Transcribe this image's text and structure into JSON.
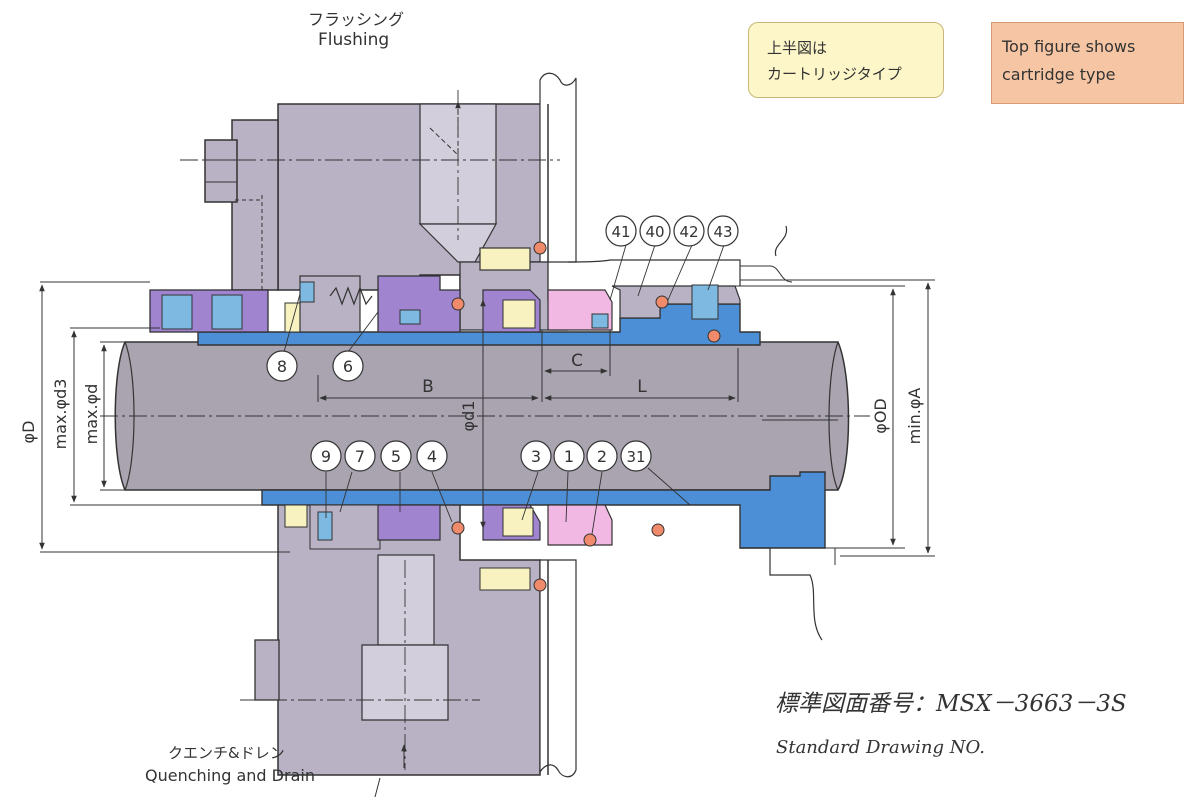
{
  "callouts": {
    "flushing_jp": "フラッシング",
    "flushing_en": "Flushing",
    "quench_jp": "クエンチ&ドレン",
    "quench_en": "Quenching and Drain"
  },
  "notes": {
    "jp_line1": "上半図は",
    "jp_line2": "カートリッジタイプ",
    "en_line1": "Top figure shows",
    "en_line2": "cartridge type"
  },
  "drawing": {
    "number_label": "標準図面番号：MSX－3663－3S",
    "number_en": "Standard Drawing NO."
  },
  "parts_top": [
    "8",
    "6",
    "41",
    "40",
    "42",
    "43"
  ],
  "parts_bottom": [
    "9",
    "7",
    "5",
    "4",
    "3",
    "1",
    "2",
    "31"
  ],
  "dimensions": {
    "D": "φD",
    "d3": "max.φd3",
    "d": "max.φd",
    "d1": "φd1",
    "OD": "φOD",
    "A": "min.φA",
    "B": "B",
    "C": "C",
    "L": "L"
  },
  "colors": {
    "housing": "#b9b2c4",
    "sleeve": "#4d8fd6",
    "shaft": "#aaa4b0",
    "violet": "#a184d0",
    "pink": "#f1b8e3",
    "cream": "#f7f2c0",
    "oring": "#ef8a6a",
    "bolt": "#7db9e0"
  }
}
